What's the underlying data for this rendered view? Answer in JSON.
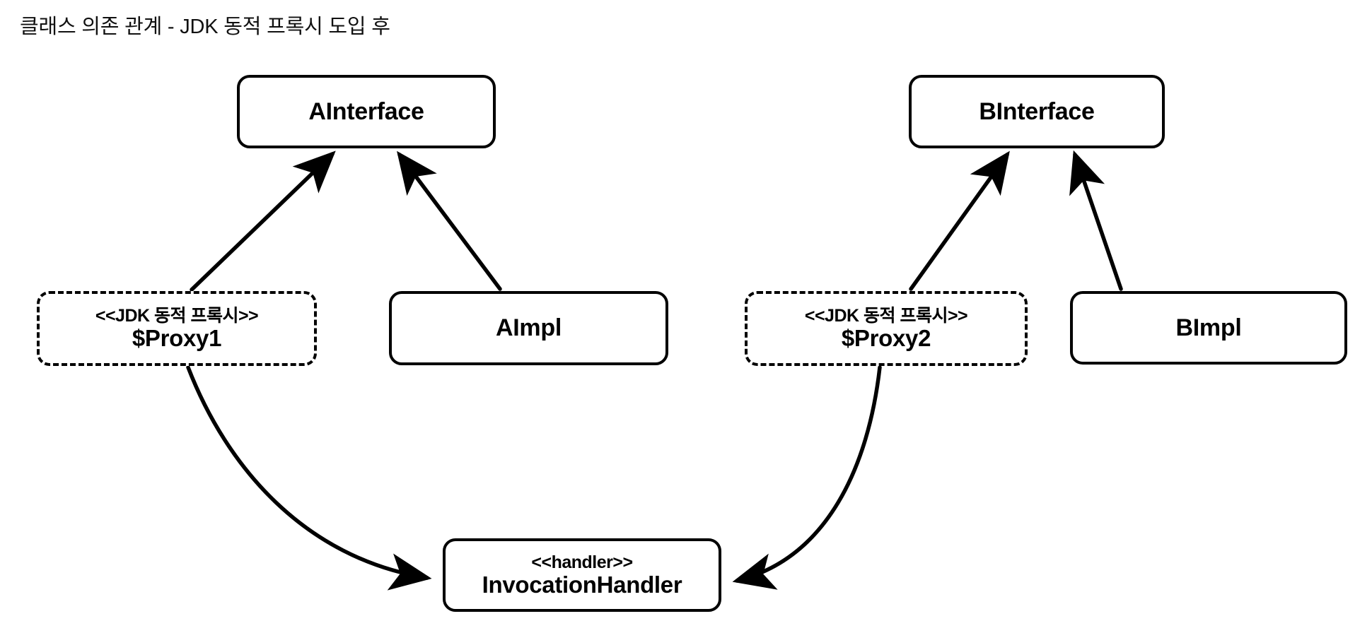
{
  "diagram": {
    "title": "클래스 의존 관계 - JDK 동적 프록시 도입 후",
    "type": "uml-class-diagram",
    "background_color": "#ffffff",
    "stroke_color": "#000000",
    "text_color": "#000000",
    "style": "hand-drawn sketch"
  },
  "nodes": {
    "ainterface": {
      "name": "AInterface",
      "stereotype": "",
      "border": "solid"
    },
    "binterface": {
      "name": "BInterface",
      "stereotype": "",
      "border": "solid"
    },
    "proxy1": {
      "name": "$Proxy1",
      "stereotype": "<<JDK 동적 프록시>>",
      "border": "dashed"
    },
    "aimpl": {
      "name": "AImpl",
      "stereotype": "",
      "border": "solid"
    },
    "proxy2": {
      "name": "$Proxy2",
      "stereotype": "<<JDK 동적 프록시>>",
      "border": "dashed"
    },
    "bimpl": {
      "name": "BImpl",
      "stereotype": "",
      "border": "solid"
    },
    "handler": {
      "name": "InvocationHandler",
      "stereotype": "<<handler>>",
      "border": "solid"
    }
  },
  "edges": [
    {
      "id": "proxy1-to-ainterface",
      "from": "proxy1",
      "to": "ainterface",
      "kind": "implements",
      "shape": "straight",
      "arrowhead": "filled-triangle"
    },
    {
      "id": "aimpl-to-ainterface",
      "from": "aimpl",
      "to": "ainterface",
      "kind": "implements",
      "shape": "straight",
      "arrowhead": "filled-triangle"
    },
    {
      "id": "proxy2-to-binterface",
      "from": "proxy2",
      "to": "binterface",
      "kind": "implements",
      "shape": "straight",
      "arrowhead": "filled-triangle"
    },
    {
      "id": "bimpl-to-binterface",
      "from": "bimpl",
      "to": "binterface",
      "kind": "implements",
      "shape": "straight",
      "arrowhead": "filled-triangle"
    },
    {
      "id": "proxy1-to-handler",
      "from": "proxy1",
      "to": "handler",
      "kind": "depends",
      "shape": "curved",
      "arrowhead": "filled-triangle"
    },
    {
      "id": "proxy2-to-handler",
      "from": "proxy2",
      "to": "handler",
      "kind": "depends",
      "shape": "curved",
      "arrowhead": "filled-triangle"
    }
  ]
}
